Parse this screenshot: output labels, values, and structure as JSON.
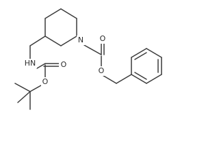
{
  "atoms": {
    "n_ring": "N",
    "o_carbonyl_cbz": "O",
    "o_ester_cbz": "O",
    "nh": "HN",
    "oh_carbonyl_boc": "O",
    "o_ester_boc": "O"
  }
}
